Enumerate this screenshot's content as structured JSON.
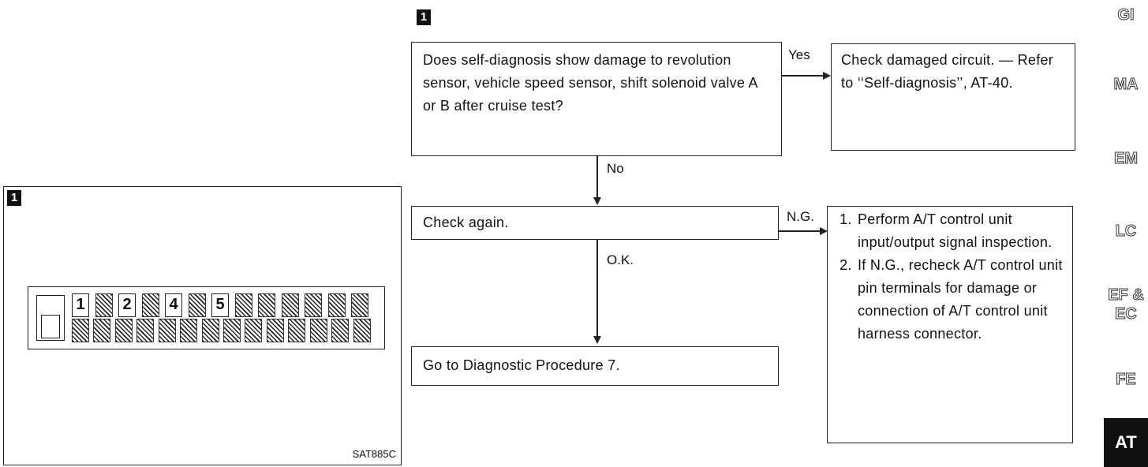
{
  "left_panel": {
    "marker": "1",
    "code": "SAT885C",
    "connector_pins": {
      "top_row": [
        "1",
        "",
        "2",
        "",
        "4",
        "",
        "5",
        "",
        "",
        "",
        "",
        "",
        ""
      ],
      "bottom_row": [
        "",
        "",
        "",
        "",
        "",
        "",
        "",
        "",
        "",
        "",
        "",
        "",
        "",
        ""
      ]
    }
  },
  "flow": {
    "marker": "1",
    "q1": "Does self-diagnosis show damage to revolution sensor, vehicle speed sensor, shift solenoid valve A or B after cruise test?",
    "yes_label": "Yes",
    "yes_result": "Check damaged circuit. — Refer to ‘‘Self-diagnosis’’, AT-40.",
    "no_label": "No",
    "check_again": "Check again.",
    "ng_label": "N.G.",
    "ok_label": "O.K.",
    "ng_steps": [
      "Perform A/T control unit input/output signal inspection.",
      "If N.G., recheck A/T control unit pin terminals for damage or connection of A/T control unit harness connector."
    ],
    "final": "Go to Diagnostic Procedure 7."
  },
  "side_tabs": [
    "GI",
    "MA",
    "EM",
    "LC",
    "EF &\nEC",
    "FE",
    "AT"
  ],
  "active_tab": "AT"
}
